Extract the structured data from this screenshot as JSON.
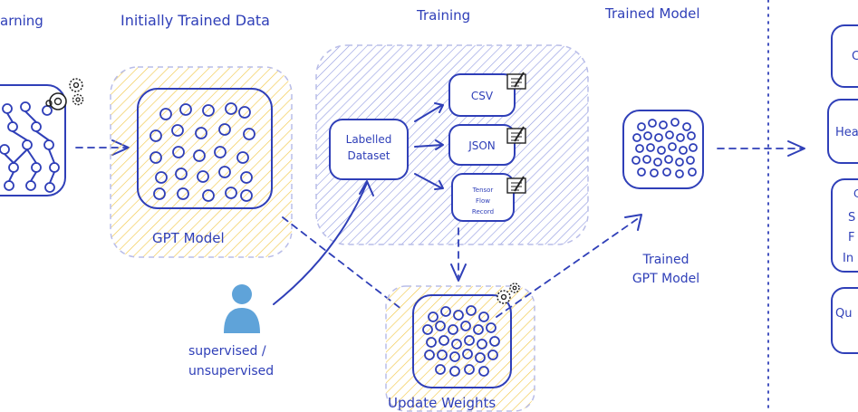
{
  "colors": {
    "ink": "#2f3fb8",
    "yellow_hatch": "#f2c94c",
    "blue_hatch": "#8f98e0",
    "user": "#5fa3d9"
  },
  "headers": {
    "learning": "arning",
    "initially_trained": "Initially Trained Data",
    "training": "Training",
    "trained_model": "Trained Model"
  },
  "gpt_model": {
    "label": "GPT Model"
  },
  "labelled_dataset": {
    "line1": "Labelled",
    "line2": "Dataset"
  },
  "formats": {
    "csv": "CSV",
    "json": "JSON",
    "tf_line1": "Tensor",
    "tf_line2": "Flow",
    "tf_line3": "Record"
  },
  "trained_gpt": {
    "line1": "Trained",
    "line2": "GPT Model"
  },
  "update_weights": {
    "label": "Update Weights"
  },
  "user": {
    "line1": "supervised /",
    "line2": "unsupervised",
    "icon": "user-icon"
  },
  "right_panel": {
    "box1": "C",
    "box2": "Hea",
    "box3_l1": "C",
    "box3_l2": "S",
    "box3_l3": "F",
    "box3_l4": "In",
    "box4": "Qu"
  }
}
